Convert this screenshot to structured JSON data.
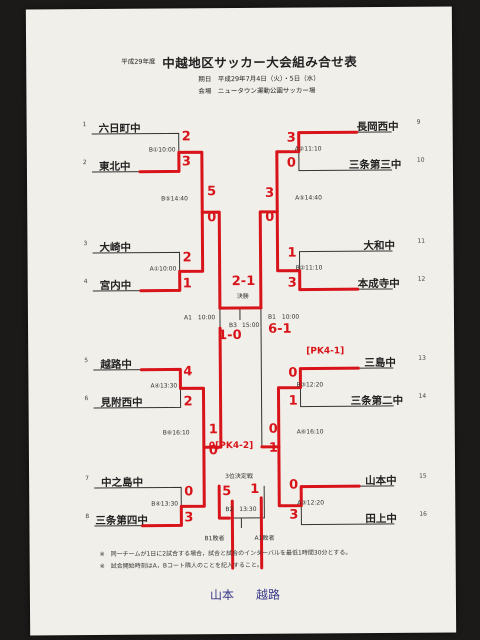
{
  "header": {
    "era": "平成29年度",
    "title": "中越地区サッカー大会組み合せ表",
    "date": "期日　平成29年7月4日（火）・5日（水）",
    "venue": "会場　ニュータウン運動公園サッカー場"
  },
  "teams_left": [
    {
      "seed": "1",
      "name": "六日町中"
    },
    {
      "seed": "2",
      "name": "東北中"
    },
    {
      "seed": "3",
      "name": "大崎中"
    },
    {
      "seed": "4",
      "name": "宮内中"
    },
    {
      "seed": "5",
      "name": "越路中"
    },
    {
      "seed": "6",
      "name": "見附西中"
    },
    {
      "seed": "7",
      "name": "中之島中"
    },
    {
      "seed": "8",
      "name": "三条第四中"
    }
  ],
  "teams_right": [
    {
      "seed": "9",
      "name": "長岡西中"
    },
    {
      "seed": "10",
      "name": "三条第三中"
    },
    {
      "seed": "11",
      "name": "大和中"
    },
    {
      "seed": "12",
      "name": "本成寺中"
    },
    {
      "seed": "13",
      "name": "三島中"
    },
    {
      "seed": "14",
      "name": "三条第二中"
    },
    {
      "seed": "15",
      "name": "山本中"
    },
    {
      "seed": "16",
      "name": "田上中"
    }
  ],
  "matches": {
    "b1_1000": "B①10:00",
    "a1_1000": "A①10:00",
    "b5_1440": "B⑤14:40",
    "a2_1110": "A②11:10",
    "a5_1440": "A⑤14:40",
    "b2_1110": "B②11:10",
    "a4_1330": "A④13:30",
    "b6_1610": "B⑥16:10",
    "b3_1220": "B③12:20",
    "a6_1610": "A⑥16:10",
    "b4_1330": "B④13:30",
    "a3_1220": "A③12:20",
    "a1_semi": "A1　10:00",
    "b1_semi": "B1　10:00",
    "b3_final": "B3",
    "final_time": "15:00",
    "final_label": "決勝",
    "third_label": "3位決定戦",
    "b2_third": "B2　13:30",
    "b1_loser": "B1敗者",
    "a1_loser": "A1敗者"
  },
  "notes": [
    "※　同一チームが1日に2試合する場合，試合と試合のインターバルを最低1時間30分とする。",
    "※　試合開始時刻はA，Bコート隣人のことを記入すること。"
  ],
  "handwritten": {
    "r1_top": "2",
    "r1_bot": "3",
    "r2_top": "2",
    "r2_bot": "1",
    "r3_top": "4",
    "r3_bot": "2",
    "r4_top": "0",
    "r4_bot": "3",
    "q1_top": "5",
    "q1_bot": "0",
    "q2_top": "1",
    "q2_bot": "0",
    "r5_top": "3",
    "r5_bot": "0",
    "r6_top": "1",
    "r6_bot": "3",
    "r7_top": "0",
    "r7_bot": "1",
    "r8_top": "0",
    "r8_bot": "3",
    "q3_top": "3",
    "q3_bot": "0",
    "q4_top": "0",
    "q4_bot": "1",
    "sf_left": "2-1",
    "sf_left2": "1-0",
    "sf_right": "6-1",
    "pk_right": "[PK4-1]",
    "pk_left": "0[PK4-2]",
    "third_left": "5",
    "third_right": "1",
    "winner_left": "山本",
    "winner_right": "越路"
  },
  "colors": {
    "marker_red": "#d8141a",
    "ink": "#222222",
    "paper": "#f1efe9"
  }
}
